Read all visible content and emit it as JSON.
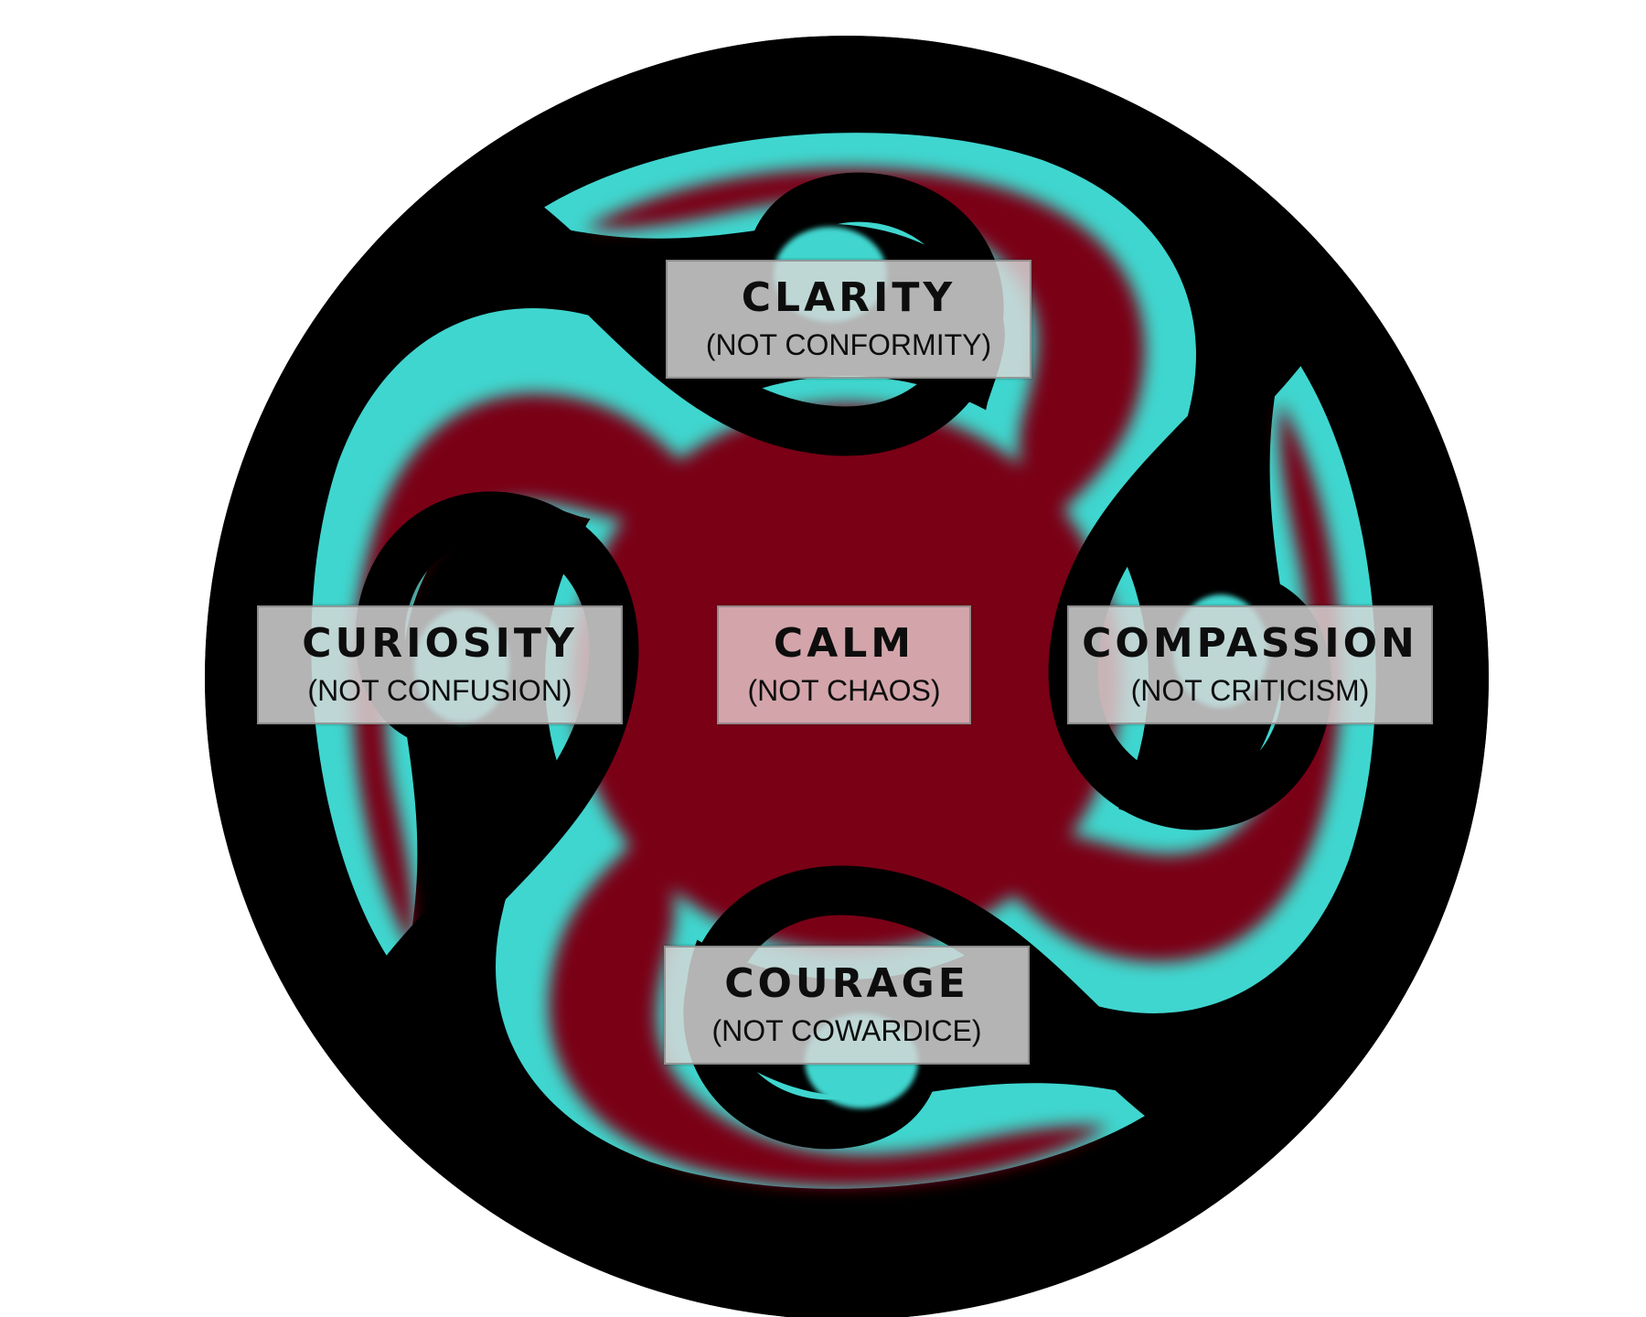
{
  "diagram": {
    "colors": {
      "outer_ring": "#000000",
      "fill": "#7a0013",
      "glow": "#3fd6cf",
      "label_background": "#d6d6d6",
      "center_label_background": "#e2c0c4",
      "text": "#0d0d0d"
    },
    "icons": [
      "four-spiral-triskele-icon"
    ],
    "labels": {
      "top": {
        "title": "CLARITY",
        "subtitle": "(NOT CONFORMITY)"
      },
      "left": {
        "title": "CURIOSITY",
        "subtitle": "(NOT CONFUSION)"
      },
      "center": {
        "title": "CALM",
        "subtitle": "(NOT CHAOS)"
      },
      "right": {
        "title": "COMPASSION",
        "subtitle": "(NOT CRITICISM)"
      },
      "bottom": {
        "title": "COURAGE",
        "subtitle": "(NOT COWARDICE)"
      }
    }
  }
}
